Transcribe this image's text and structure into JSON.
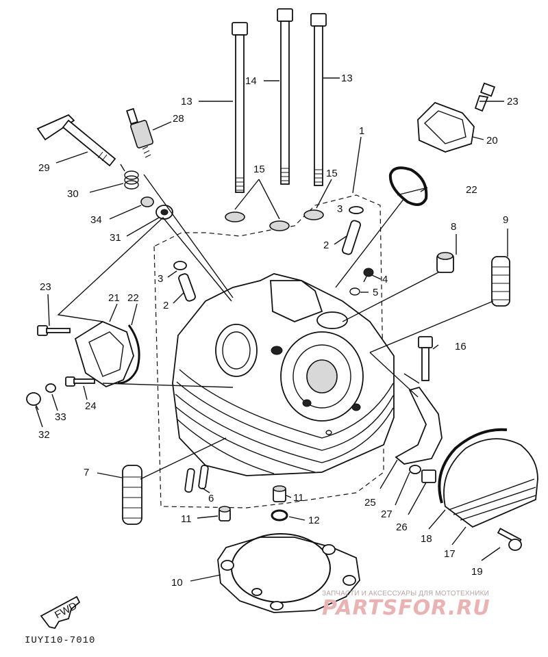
{
  "diagram": {
    "drawing_code": "IUYI10-7010",
    "fwd_label": "FWD",
    "callouts": [
      {
        "id": "c-13a",
        "text": "13"
      },
      {
        "id": "c-14",
        "text": "14"
      },
      {
        "id": "c-13b",
        "text": "13"
      },
      {
        "id": "c-23a",
        "text": "23"
      },
      {
        "id": "c-28",
        "text": "28"
      },
      {
        "id": "c-20",
        "text": "20"
      },
      {
        "id": "c-1",
        "text": "1"
      },
      {
        "id": "c-29",
        "text": "29"
      },
      {
        "id": "c-15a",
        "text": "15"
      },
      {
        "id": "c-15b",
        "text": "15"
      },
      {
        "id": "c-22a",
        "text": "22"
      },
      {
        "id": "c-30",
        "text": "30"
      },
      {
        "id": "c-3a",
        "text": "3"
      },
      {
        "id": "c-34",
        "text": "34"
      },
      {
        "id": "c-8",
        "text": "8"
      },
      {
        "id": "c-9",
        "text": "9"
      },
      {
        "id": "c-31",
        "text": "31"
      },
      {
        "id": "c-2a",
        "text": "2"
      },
      {
        "id": "c-3b",
        "text": "3"
      },
      {
        "id": "c-4",
        "text": "4"
      },
      {
        "id": "c-5",
        "text": "5"
      },
      {
        "id": "c-23b",
        "text": "23"
      },
      {
        "id": "c-21",
        "text": "21"
      },
      {
        "id": "c-22b",
        "text": "22"
      },
      {
        "id": "c-2b",
        "text": "2"
      },
      {
        "id": "c-16",
        "text": "16"
      },
      {
        "id": "c-24",
        "text": "24"
      },
      {
        "id": "c-33",
        "text": "33"
      },
      {
        "id": "c-32",
        "text": "32"
      },
      {
        "id": "c-7",
        "text": "7"
      },
      {
        "id": "c-6",
        "text": "6"
      },
      {
        "id": "c-11a",
        "text": "11"
      },
      {
        "id": "c-11b",
        "text": "11"
      },
      {
        "id": "c-12",
        "text": "12"
      },
      {
        "id": "c-25",
        "text": "25"
      },
      {
        "id": "c-27",
        "text": "27"
      },
      {
        "id": "c-26",
        "text": "26"
      },
      {
        "id": "c-18",
        "text": "18"
      },
      {
        "id": "c-17",
        "text": "17"
      },
      {
        "id": "c-19",
        "text": "19"
      },
      {
        "id": "c-10",
        "text": "10"
      }
    ]
  },
  "watermark": {
    "caption": "ЗАПЧАСТИ И АКСЕССУАРЫ ДЛЯ МОТОТЕХНИКИ",
    "logo": "PARTSFOR.RU"
  }
}
